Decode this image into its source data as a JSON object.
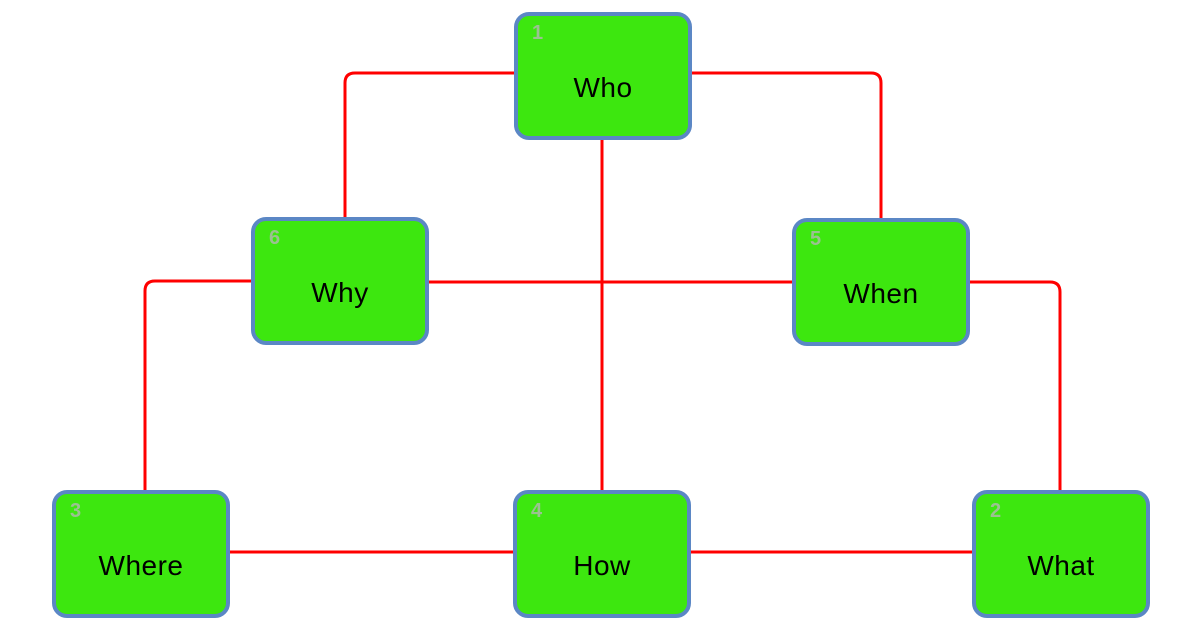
{
  "diagram": {
    "nodes": [
      {
        "id": "who",
        "label": "Who",
        "number": "1"
      },
      {
        "id": "what",
        "label": "What",
        "number": "2"
      },
      {
        "id": "where",
        "label": "Where",
        "number": "3"
      },
      {
        "id": "how",
        "label": "How",
        "number": "4"
      },
      {
        "id": "when",
        "label": "When",
        "number": "5"
      },
      {
        "id": "why",
        "label": "Why",
        "number": "6"
      }
    ],
    "edges": [
      {
        "from": "Who",
        "to": "Why"
      },
      {
        "from": "Who",
        "to": "When"
      },
      {
        "from": "Who",
        "to": "How"
      },
      {
        "from": "Why",
        "to": "When"
      },
      {
        "from": "Why",
        "to": "Where"
      },
      {
        "from": "When",
        "to": "What"
      },
      {
        "from": "Where",
        "to": "How"
      },
      {
        "from": "How",
        "to": "What"
      }
    ],
    "colors": {
      "node_fill": "#3de70f",
      "node_border": "#5b87c5",
      "connector": "#ff0000",
      "number_text": "#9bc191",
      "label_text": "#000000",
      "background": "#ffffff"
    }
  }
}
